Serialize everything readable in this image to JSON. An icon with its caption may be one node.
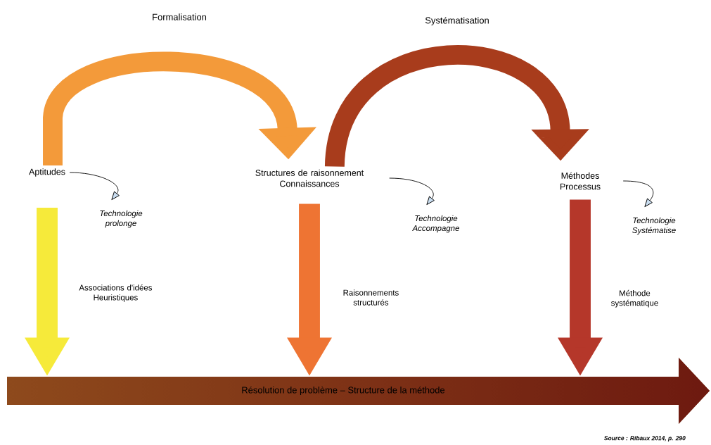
{
  "diagram": {
    "nodes": [
      {
        "text": [
          "Aptitudes"
        ]
      },
      {
        "text": [
          "Structures de raisonnement Connaissances"
        ]
      },
      {
        "text": [
          "Méthodes Processus"
        ]
      },
      {
        "text": [
          "Technologie prolonge"
        ]
      },
      {
        "text": [
          "Technologie Accompagne"
        ]
      },
      {
        "text": [
          "Technologie Systématise"
        ]
      },
      {
        "text": [
          "Résolution de problème – Structure de la méthode"
        ]
      }
    ],
    "edges": [
      {
        "from": 0,
        "to": 1,
        "arrow": "to",
        "label": "Formalisation",
        "color": "#f39a3a"
      },
      {
        "from": 1,
        "to": 2,
        "arrow": "to",
        "label": "Systématisation",
        "color": "#a83c1c"
      },
      {
        "from": 0,
        "to": 6,
        "arrow": "to",
        "label": "Associations d'idées Heuristiques",
        "color": "#f6ea3a"
      },
      {
        "from": 1,
        "to": 6,
        "arrow": "to",
        "label": "Raisonnements structurés",
        "color": "#ee7433"
      },
      {
        "from": 2,
        "to": 6,
        "arrow": "to",
        "label": "Méthode systématique",
        "color": "#b5372a"
      },
      {
        "from": 0,
        "to": 3,
        "arrow": "to"
      },
      {
        "from": 1,
        "to": 4,
        "arrow": "to"
      },
      {
        "from": 2,
        "to": 5,
        "arrow": "to"
      }
    ],
    "labels": [
      "Source : Ribaux 2014, p. 290"
    ]
  }
}
